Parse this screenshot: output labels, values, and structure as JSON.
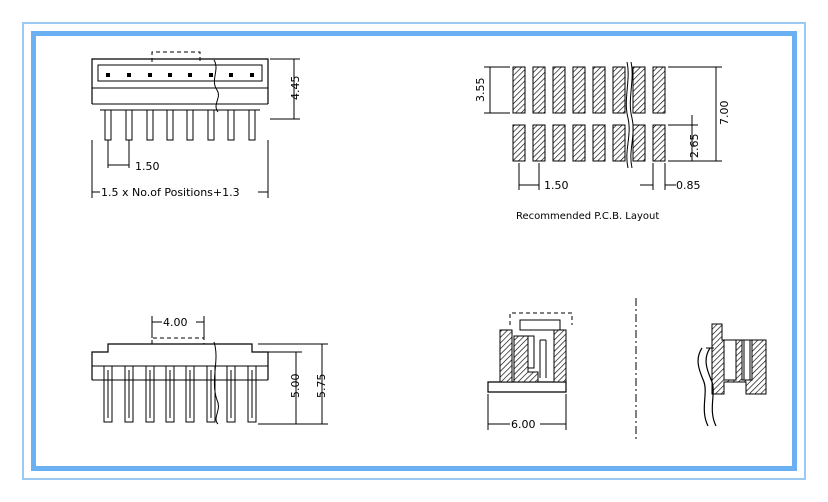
{
  "labels": {
    "top_left": {
      "height": "4.45",
      "pitch": "1.50",
      "formula": "1.5  x  No.of  Positions+1.3"
    },
    "top_right": {
      "row_height": "3.55",
      "total_height": "7.00",
      "gap": "2.65",
      "pitch": "1.50",
      "pad_width": "0.85",
      "caption": "Recommended  P.C.B.   Layout"
    },
    "bottom_left": {
      "tab_width": "4.00",
      "body_height": "5.00",
      "total_height": "5.75"
    },
    "bottom_right": {
      "depth": "6.00"
    }
  }
}
